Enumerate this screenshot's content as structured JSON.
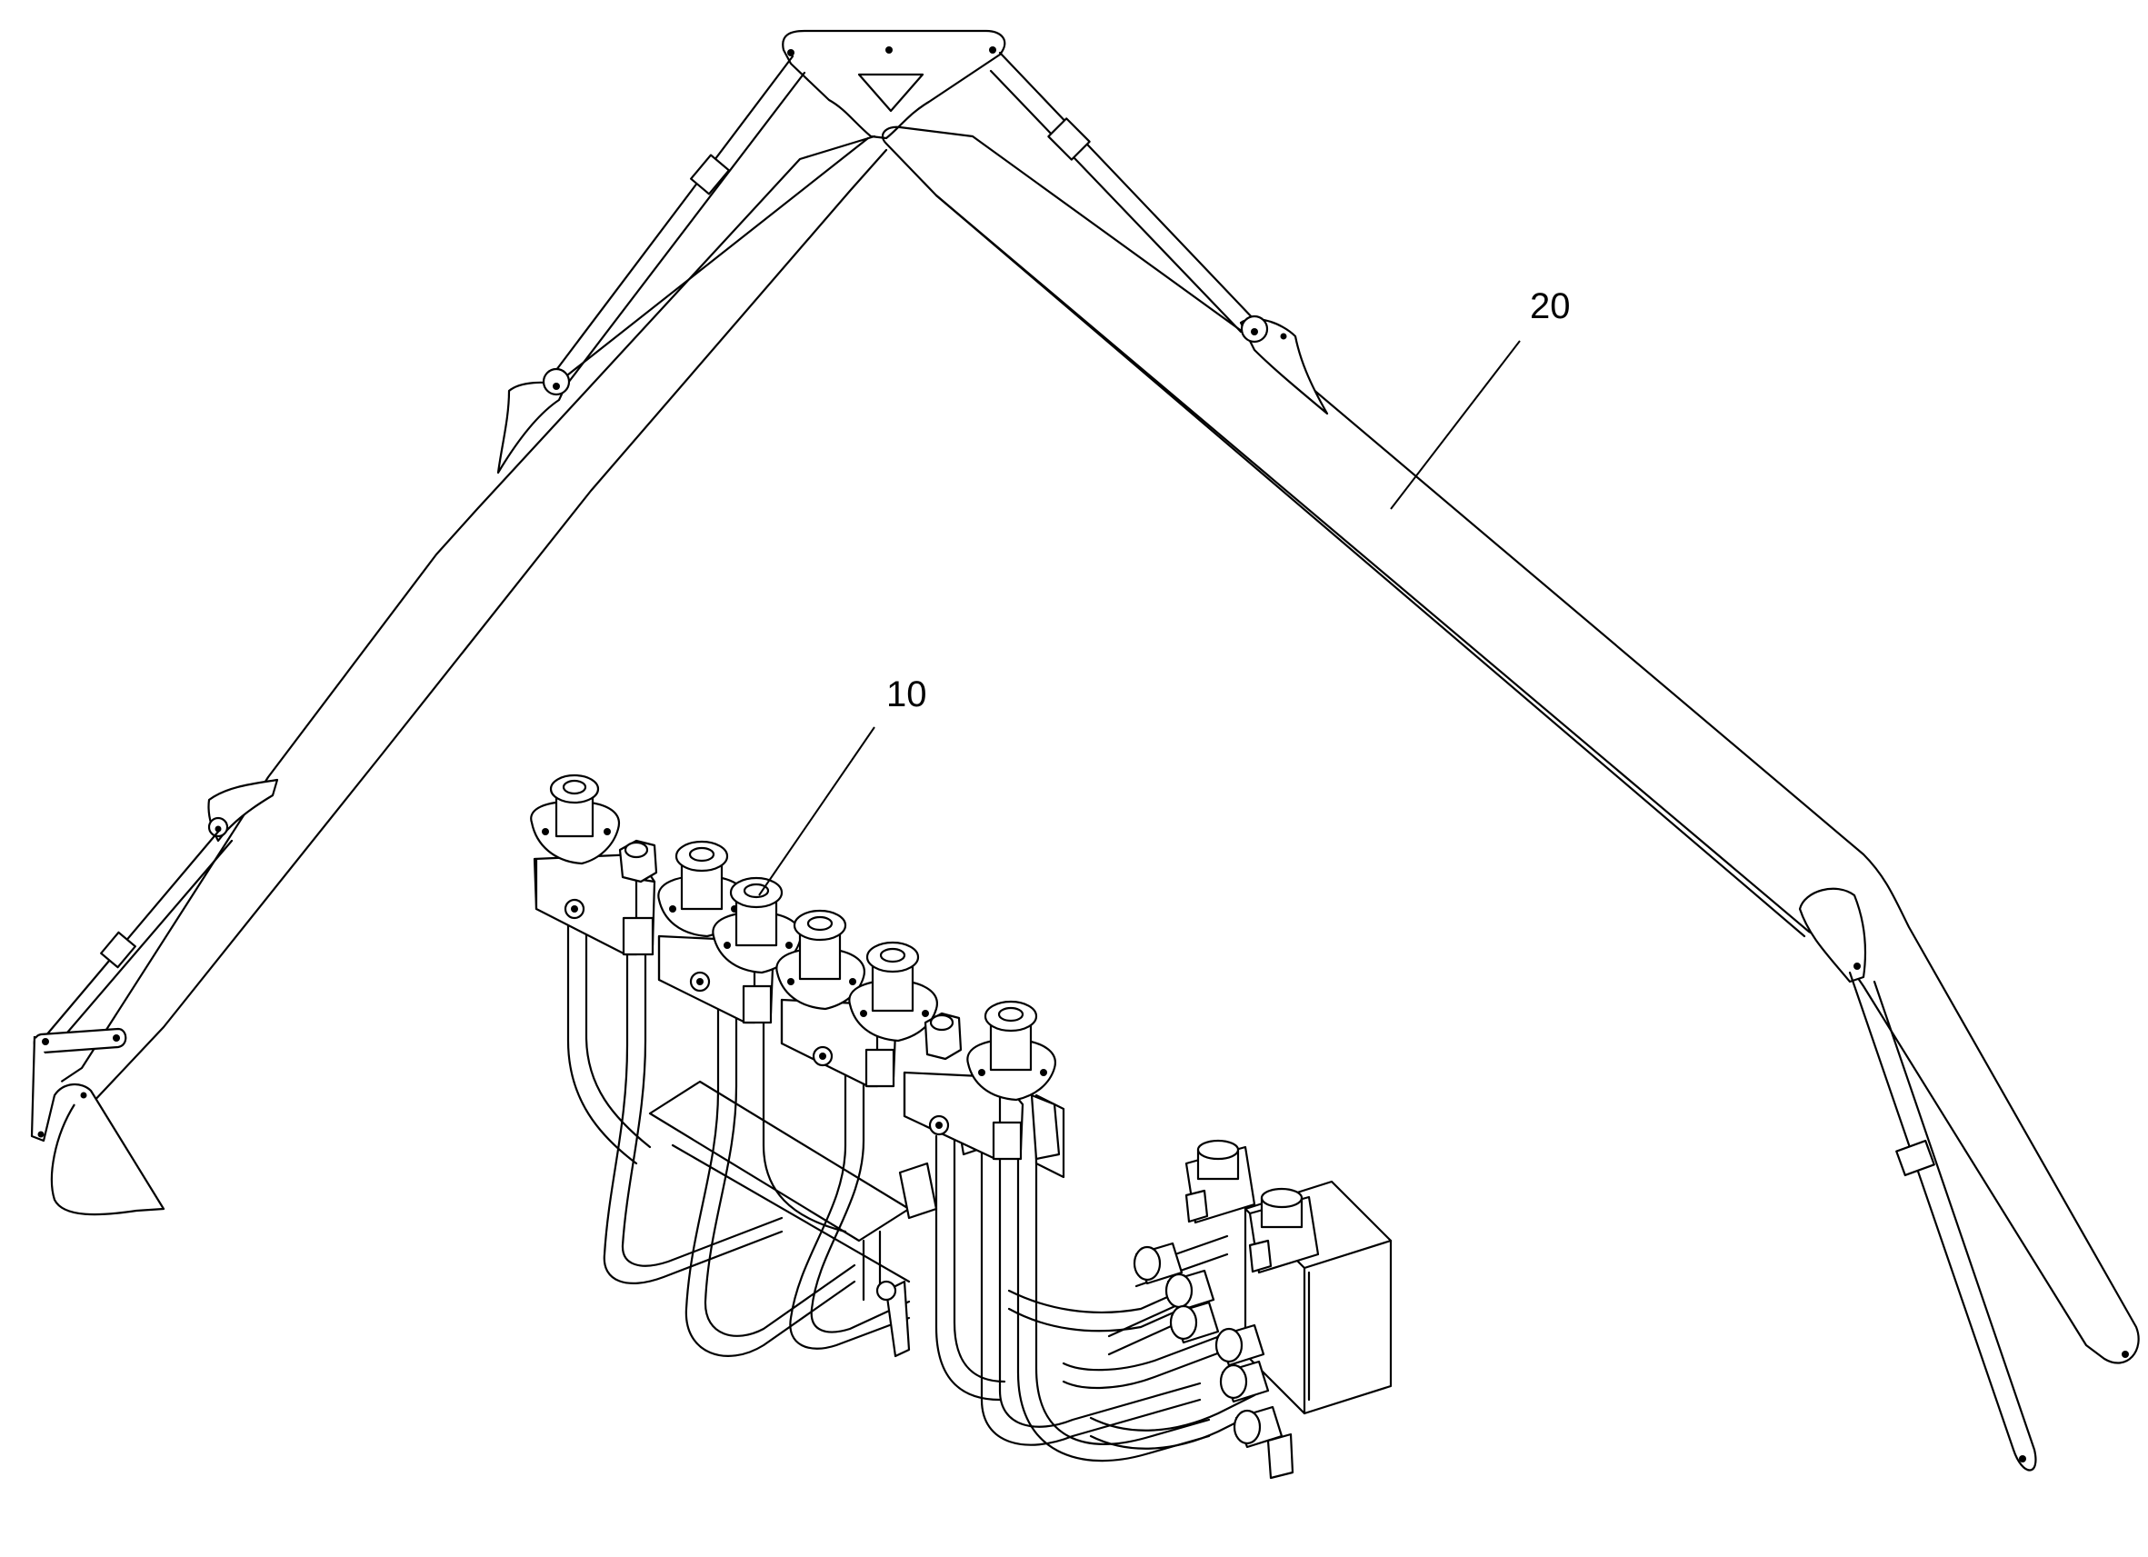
{
  "callouts": [
    {
      "id": "callout-20",
      "label": "20"
    },
    {
      "id": "callout-10",
      "label": "10"
    }
  ]
}
